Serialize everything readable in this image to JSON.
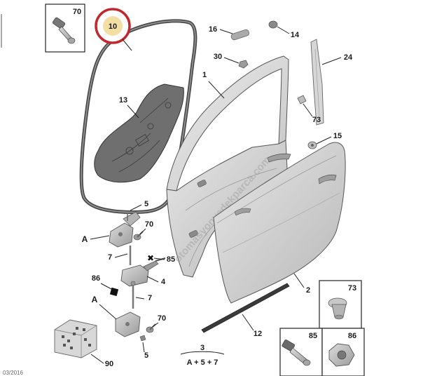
{
  "diagram": {
    "watermark": "otomasyonyedekparca.com",
    "corner_text": "03/2016",
    "callouts": {
      "p70_box": "70",
      "p10": "10",
      "p13": "13",
      "p16": "16",
      "p14": "14",
      "p30": "30",
      "p24": "24",
      "p1": "1",
      "p73": "73",
      "p15": "15",
      "p5_top": "5",
      "pA_top": "A",
      "p70_mid": "70",
      "p7_top": "7",
      "p85": "85",
      "p86": "86",
      "p4": "4",
      "p7_low": "7",
      "pA_low": "A",
      "p70_low": "70",
      "p5_low": "5",
      "p90": "90",
      "p3": "3",
      "p3_formula": "A + 5 + 7",
      "p12": "12",
      "p2": "2",
      "p73_box": "73",
      "p85_box": "85",
      "p86_box": "86"
    },
    "colors": {
      "highlight_ring": "#c0282d",
      "highlight_fill": "#f3dfa4",
      "door_panel": "#d2d2d2",
      "seal": "#4a4a4a",
      "trim_panel": "#6f6f6f"
    }
  }
}
